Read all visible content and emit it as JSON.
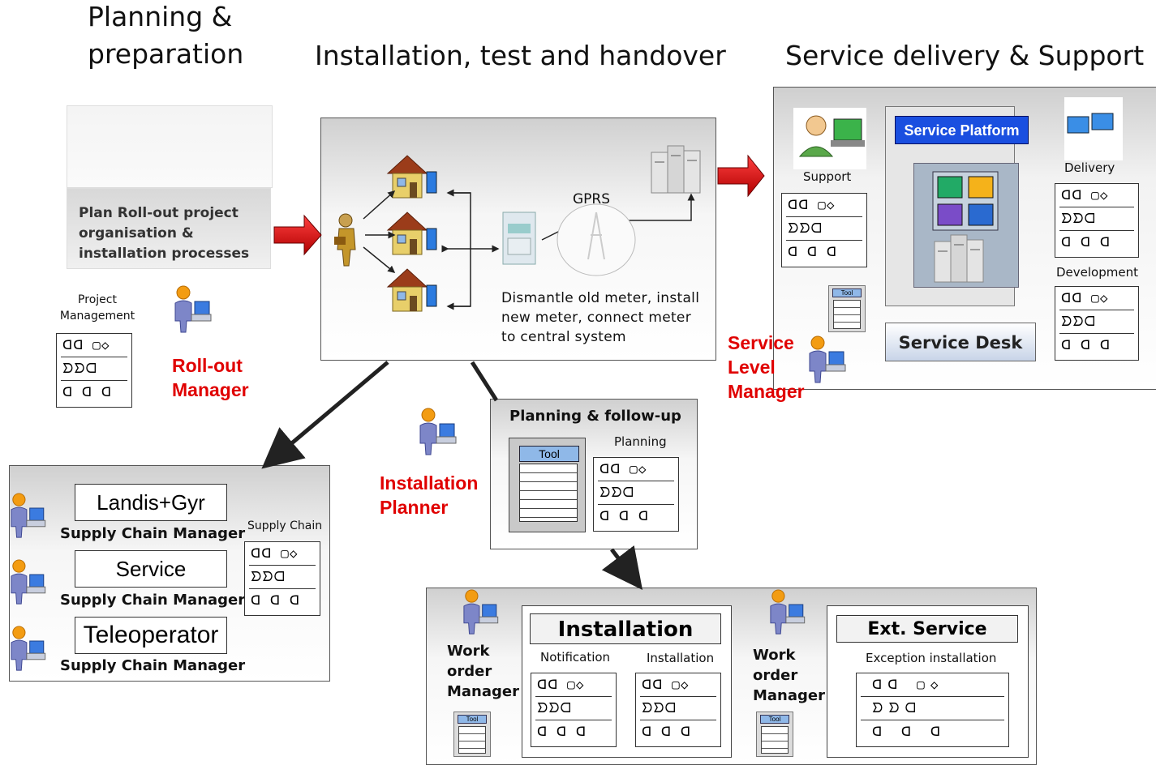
{
  "headings": {
    "planning": "Planning & preparation",
    "installation": "Installation, test and handover",
    "service": "Service delivery & Support"
  },
  "planning": {
    "plan_box": "Plan Roll-out project organisation & installation processes",
    "project_management": "Project Management",
    "rollout_manager": "Roll-out Manager"
  },
  "install": {
    "gprs": "GPRS",
    "description": "Dismantle old meter, install new meter, connect meter to central system"
  },
  "service": {
    "support": "Support",
    "platform": "Service Platform",
    "delivery": "Delivery",
    "development": "Development",
    "desk": "Service Desk",
    "tool": "Tool",
    "level_manager": "Service Level Manager"
  },
  "supply": {
    "rows": [
      {
        "name": "Landis+Gyr",
        "role": "Supply Chain Manager"
      },
      {
        "name": "Service",
        "role": "Supply Chain Manager"
      },
      {
        "name": "Teleoperator",
        "role": "Supply Chain Manager"
      }
    ],
    "supply_chain": "Supply Chain"
  },
  "followup": {
    "title": "Planning & follow-up",
    "tool": "Tool",
    "planning": "Planning",
    "installation_planner": "Installation Planner"
  },
  "workorder": {
    "manager1": "Work order Manager",
    "installation_title": "Installation",
    "notification": "Notification",
    "installation": "Installation",
    "manager2": "Work order Manager",
    "ext_service": "Ext. Service",
    "exception": "Exception installation",
    "tool": "Tool"
  },
  "process_glyphs": {
    "row1": "ᗡᗡ ▢◇",
    "row2": "ᗤᗤᗡ",
    "row3": "ᗡ ᗡ ᗡ"
  },
  "colors": {
    "manager_red": "#e00000",
    "platform_blue": "#1a4fe0",
    "arrow_red": "#e00000"
  }
}
